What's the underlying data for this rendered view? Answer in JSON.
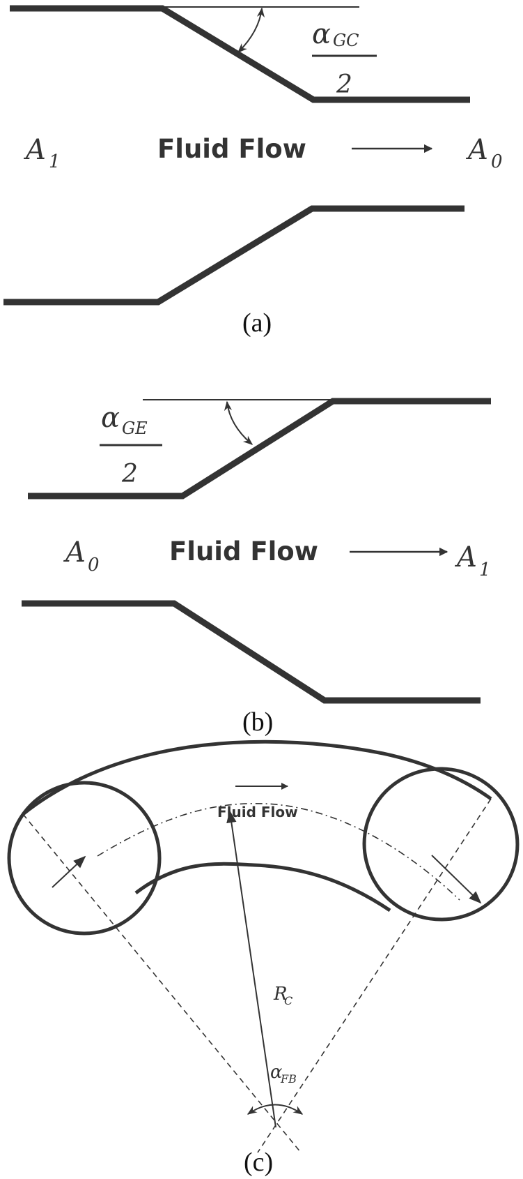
{
  "figure": {
    "panel_a": {
      "caption": "(a)",
      "flow_label": "Fluid Flow",
      "inlet_area": "A",
      "inlet_subscript": "1",
      "outlet_area": "A",
      "outlet_subscript": "0",
      "angle_symbol": "α",
      "angle_subscript": "GC",
      "angle_denominator": "2",
      "description": "gradual contraction"
    },
    "panel_b": {
      "caption": "(b)",
      "flow_label": "Fluid Flow",
      "inlet_area": "A",
      "inlet_subscript": "0",
      "outlet_area": "A",
      "outlet_subscript": "1",
      "angle_symbol": "α",
      "angle_subscript": "GE",
      "angle_denominator": "2",
      "description": "gradual expansion"
    },
    "panel_c": {
      "caption": "(c)",
      "flow_label": "Fluid Flow",
      "radius_symbol": "R",
      "radius_subscript": "C",
      "angle_symbol": "α",
      "angle_subscript": "FB",
      "description": "bend"
    }
  }
}
